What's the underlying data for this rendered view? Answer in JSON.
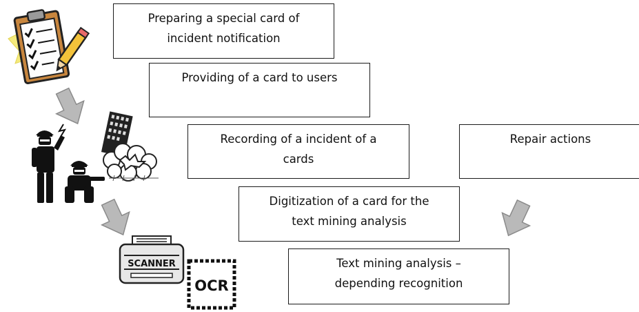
{
  "steps": [
    {
      "lines": [
        "Preparing a special card of",
        "incident notification"
      ]
    },
    {
      "lines": [
        "Providing of a card to users"
      ]
    },
    {
      "lines": [
        "Recording of a incident of a",
        "cards"
      ]
    },
    {
      "lines": [
        "Digitization of a card for the",
        "text mining analysis"
      ]
    },
    {
      "lines": [
        "Text mining analysis –",
        "depending recognition"
      ]
    }
  ],
  "repair": {
    "lines": [
      "Repair actions"
    ]
  },
  "icons": {
    "scanner_label": "SCANNER",
    "ocr_label": "OCR"
  },
  "icon_names": [
    "clipboard-checklist-icon",
    "workers-incident-icon",
    "scanner-icon",
    "ocr-icon",
    "down-arrow-icon"
  ]
}
